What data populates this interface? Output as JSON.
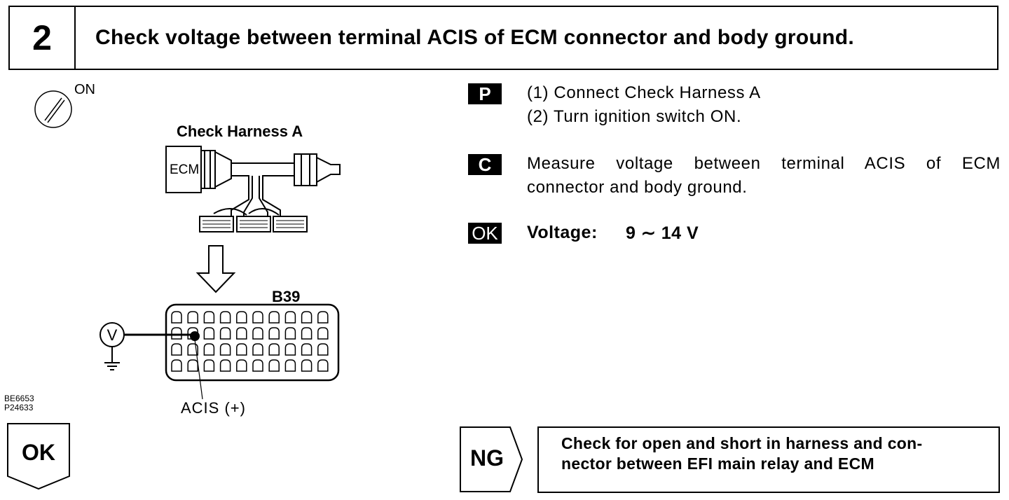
{
  "header": {
    "step_number": "2",
    "title": "Check voltage between terminal ACIS of ECM connector and body ground."
  },
  "diagram": {
    "ignition_label": "ON",
    "harness_label": "Check Harness A",
    "ecm_label": "ECM",
    "connector_label": "B39",
    "terminal_label": "ACIS (+)",
    "voltmeter_symbol": "V",
    "figure_codes": [
      "BE6653",
      "P24633"
    ]
  },
  "instructions": {
    "prep_tag": "P",
    "prep_steps": [
      "(1) Connect Check Harness A",
      "(2) Turn ignition switch ON."
    ],
    "check_tag": "C",
    "check_text_line1": "Measure voltage between terminal ACIS of ECM",
    "check_text_line2": "connector and body ground.",
    "ok_tag": "OK",
    "ok_label": "Voltage:",
    "ok_value": "9 ∼ 14 V"
  },
  "results": {
    "ok_label": "OK",
    "ng_label": "NG",
    "ng_action_line1": "Check for open and short in harness and con-",
    "ng_action_line2": "nector between EFI main relay and ECM"
  }
}
